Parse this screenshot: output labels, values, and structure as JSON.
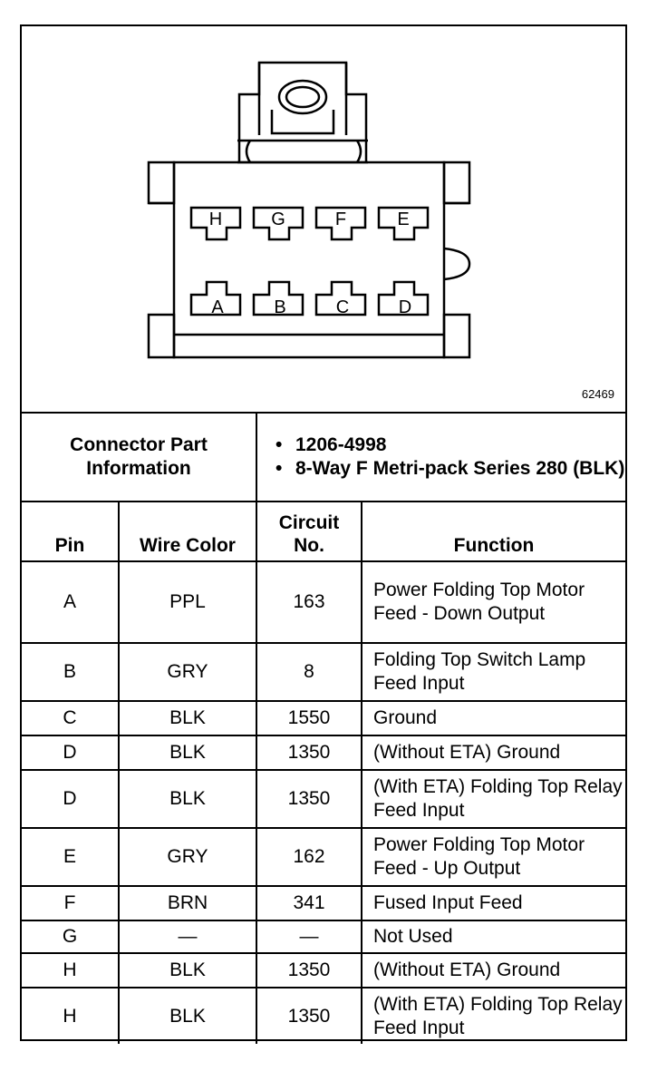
{
  "diagram": {
    "figure_number": "62469",
    "pins_top": [
      "H",
      "G",
      "F",
      "E"
    ],
    "pins_bottom": [
      "A",
      "B",
      "C",
      "D"
    ]
  },
  "connector_info": {
    "label_line1": "Connector Part",
    "label_line2": "Information",
    "items": [
      "1206-4998",
      "8-Way F Metri-pack Series 280 (BLK)"
    ]
  },
  "columns": {
    "pin": "Pin",
    "wire_color": "Wire Color",
    "circuit_line1": "Circuit",
    "circuit_line2": "No.",
    "function": "Function"
  },
  "rows": [
    {
      "pin": "A",
      "color": "PPL",
      "circuit": "163",
      "function": "Power Folding Top Motor Feed - Down Output"
    },
    {
      "pin": "B",
      "color": "GRY",
      "circuit": "8",
      "function": "Folding Top Switch Lamp Feed Input"
    },
    {
      "pin": "C",
      "color": "BLK",
      "circuit": "1550",
      "function": "Ground"
    },
    {
      "pin": "D",
      "color": "BLK",
      "circuit": "1350",
      "function": "(Without ETA) Ground"
    },
    {
      "pin": "D",
      "color": "BLK",
      "circuit": "1350",
      "function": "(With ETA) Folding Top Relay Feed Input"
    },
    {
      "pin": "E",
      "color": "GRY",
      "circuit": "162",
      "function": "Power Folding Top Motor Feed - Up Output"
    },
    {
      "pin": "F",
      "color": "BRN",
      "circuit": "341",
      "function": "Fused Input Feed"
    },
    {
      "pin": "G",
      "color": "—",
      "circuit": "—",
      "function": "Not Used"
    },
    {
      "pin": "H",
      "color": "BLK",
      "circuit": "1350",
      "function": "(Without ETA) Ground"
    },
    {
      "pin": "H",
      "color": "BLK",
      "circuit": "1350",
      "function": "(With ETA) Folding Top Relay Feed Input"
    }
  ]
}
